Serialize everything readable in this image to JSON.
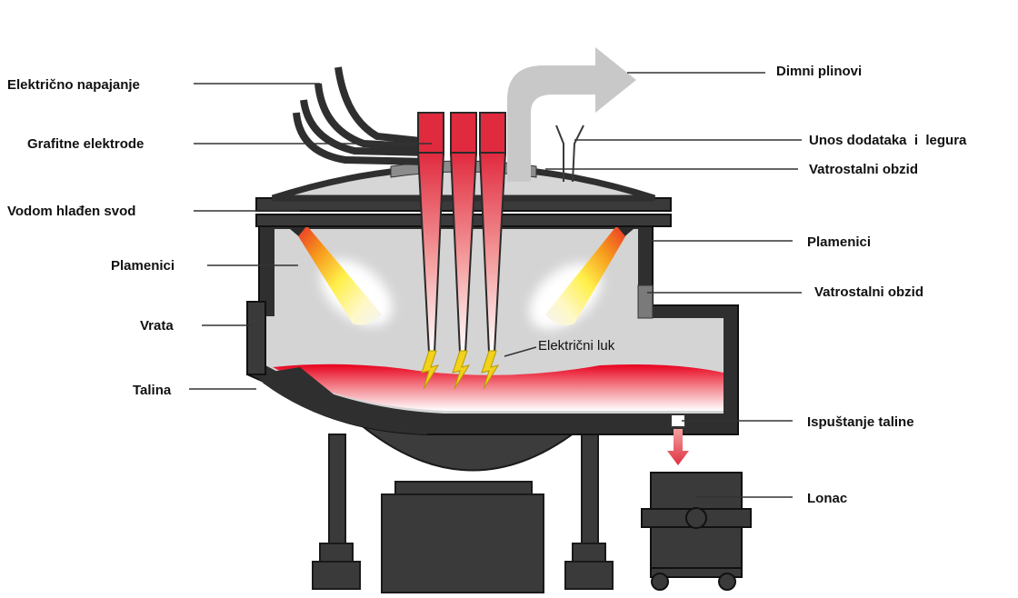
{
  "labels": {
    "power_supply": "Električno napajanje",
    "graphite_electrodes": "Grafitne elektrode",
    "water_cooled_roof": "Vodom hlađen svod",
    "burners_left": "Plamenici",
    "door": "Vrata",
    "melt": "Talina",
    "flue_gases": "Dimni plinovi",
    "additives_alloys_input": "Unos dodataka  i  legura",
    "refractory_wall_roof": "Vatrostalni obzid",
    "burners_right": "Plamenici",
    "refractory_wall_side": "Vatrostalni obzid",
    "electric_arc": "Električni luk",
    "tapping": "Ispuštanje taline",
    "ladle": "Lonac"
  },
  "colors": {
    "shell": "#3a3a3a",
    "interior": "#d4d4d4",
    "melt_hot": "#e8001c",
    "electrode_top": "#e8283c",
    "flue_arrow": "#c8c8c8",
    "arc": "#f2d21a"
  }
}
